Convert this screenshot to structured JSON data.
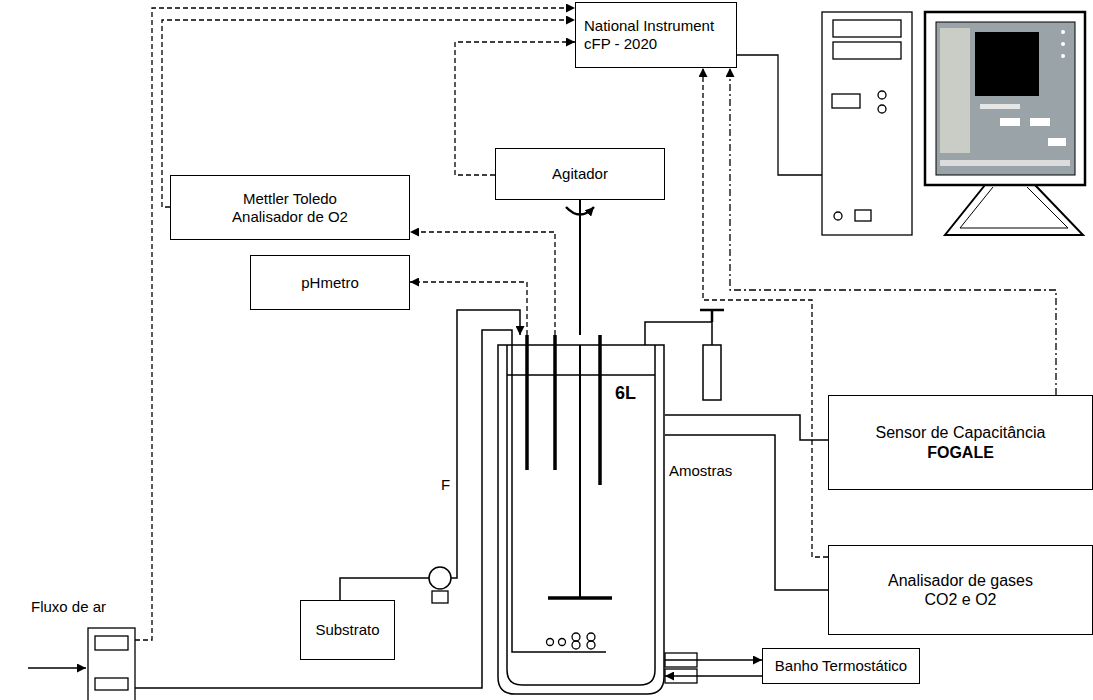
{
  "diagram": {
    "nodes": [
      {
        "text": [
          "National Instrument cFP - 2020"
        ]
      },
      {
        "text": [
          "Agitador"
        ]
      },
      {
        "text": [
          "Mettler Toledo Analisador de O2"
        ]
      },
      {
        "text": [
          "pHmetro"
        ]
      },
      {
        "text": [
          "6L"
        ]
      },
      {
        "text": [
          "Sensor de Capacitância",
          "FOGALE"
        ]
      },
      {
        "text": [
          "Analisador de gases CO2 e O2"
        ]
      },
      {
        "text": [
          "Substrato"
        ]
      },
      {
        "text": [
          "Banho Termostático"
        ]
      }
    ],
    "edges": [
      {
        "from": 2,
        "to": 0,
        "arrow": "to"
      },
      {
        "from": 1,
        "to": 0,
        "arrow": "to"
      },
      {
        "from": 4,
        "to": 2,
        "arrow": "to"
      },
      {
        "from": 4,
        "to": 3,
        "arrow": "to"
      },
      {
        "from": 1,
        "to": 4,
        "arrow": "none"
      },
      {
        "from": 5,
        "to": 0,
        "arrow": "to"
      },
      {
        "from": 6,
        "to": 0,
        "arrow": "to"
      },
      {
        "from": 4,
        "to": 5,
        "arrow": "none"
      },
      {
        "from": 4,
        "to": 6,
        "arrow": "none"
      },
      {
        "from": 7,
        "to": 4,
        "arrow": "to",
        "label": "F"
      },
      {
        "from": 4,
        "to": 8,
        "arrow": "to"
      },
      {
        "from": 8,
        "to": 4,
        "arrow": "to"
      }
    ],
    "labels": [
      "Amostras",
      "Fluxo de ar"
    ]
  }
}
